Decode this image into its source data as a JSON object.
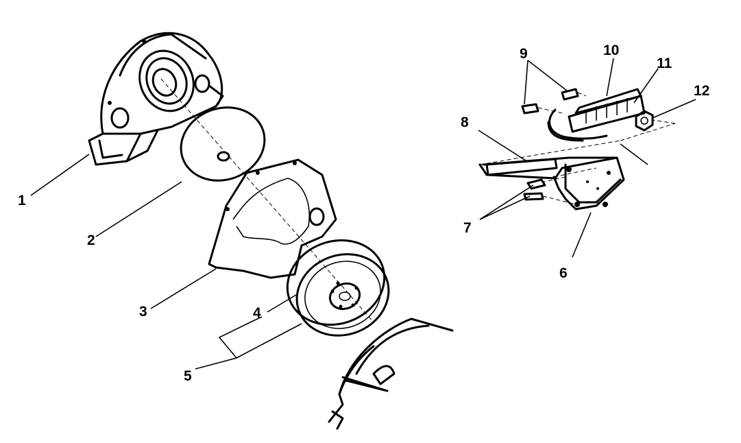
{
  "callouts": [
    {
      "id": "1",
      "text": "1"
    },
    {
      "id": "2",
      "text": "2"
    },
    {
      "id": "3",
      "text": "3"
    },
    {
      "id": "4",
      "text": "4"
    },
    {
      "id": "5",
      "text": "5"
    },
    {
      "id": "6",
      "text": "6"
    },
    {
      "id": "7",
      "text": "7"
    },
    {
      "id": "8",
      "text": "8"
    },
    {
      "id": "9",
      "text": "9"
    },
    {
      "id": "10",
      "text": "10"
    },
    {
      "id": "11",
      "text": "11"
    },
    {
      "id": "12",
      "text": "12"
    }
  ]
}
